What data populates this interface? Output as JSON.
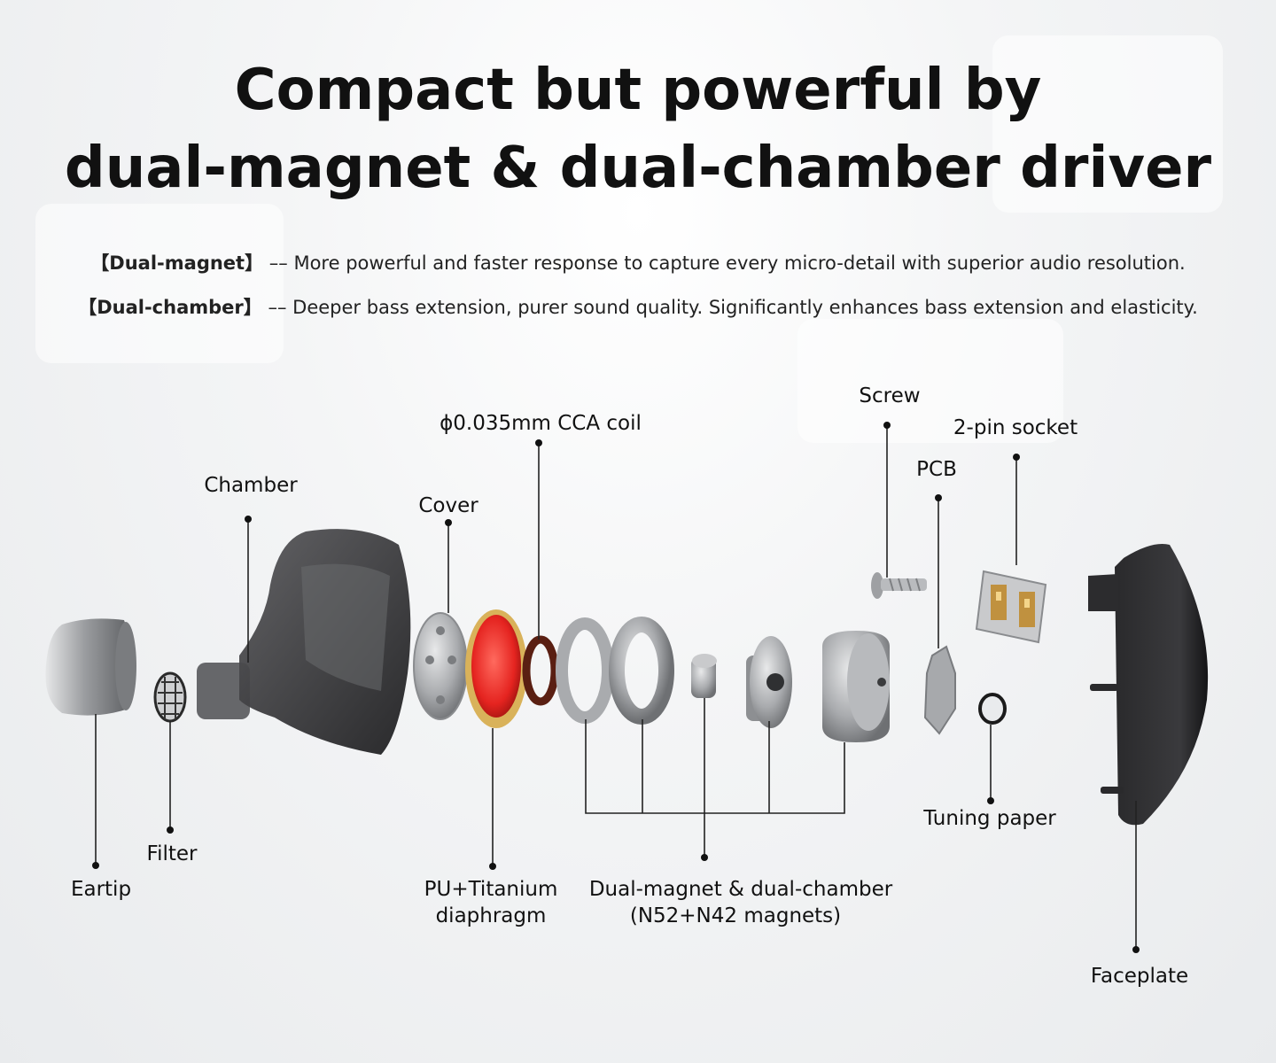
{
  "heading": {
    "line1": "Compact but powerful by",
    "line2": "dual-magnet & dual-chamber driver"
  },
  "features": [
    {
      "term": "【Dual-magnet】",
      "text": "–– More powerful and faster response to capture every micro-detail with superior audio resolution."
    },
    {
      "term": "【Dual-chamber】",
      "text": "–– Deeper bass extension, purer sound quality. Significantly enhances bass extension and elasticity."
    }
  ],
  "parts": {
    "eartip": "Eartip",
    "filter": "Filter",
    "chamber": "Chamber",
    "cover": "Cover",
    "coil": "ϕ0.035mm CCA coil",
    "diaphragm_l1": "PU+Titanium",
    "diaphragm_l2": "diaphragm",
    "magnets_l1": "Dual-magnet & dual-chamber",
    "magnets_l2": "(N52+N42 magnets)",
    "screw": "Screw",
    "pcb": "PCB",
    "socket": "2-pin socket",
    "tuning": "Tuning paper",
    "faceplate": "Faceplate"
  },
  "colors": {
    "diaphragm": "#e52420",
    "diaphragm_ring": "#d9b25a",
    "coil": "#5a1f12",
    "shell": "#3a3a3c",
    "metal": "#a9abae"
  }
}
